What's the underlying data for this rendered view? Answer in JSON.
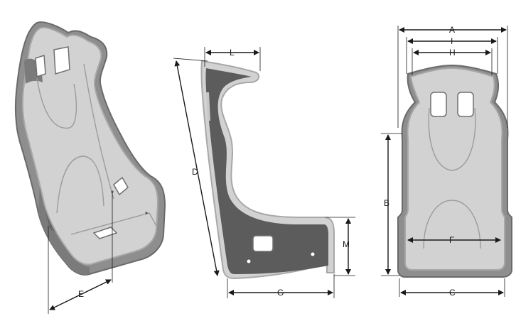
{
  "labels": {
    "A": "A",
    "B": "B",
    "C": "C",
    "D": "D",
    "E": "E",
    "F": "F",
    "G": "G",
    "H": "H",
    "I": "I",
    "L": "L",
    "M": "M"
  }
}
